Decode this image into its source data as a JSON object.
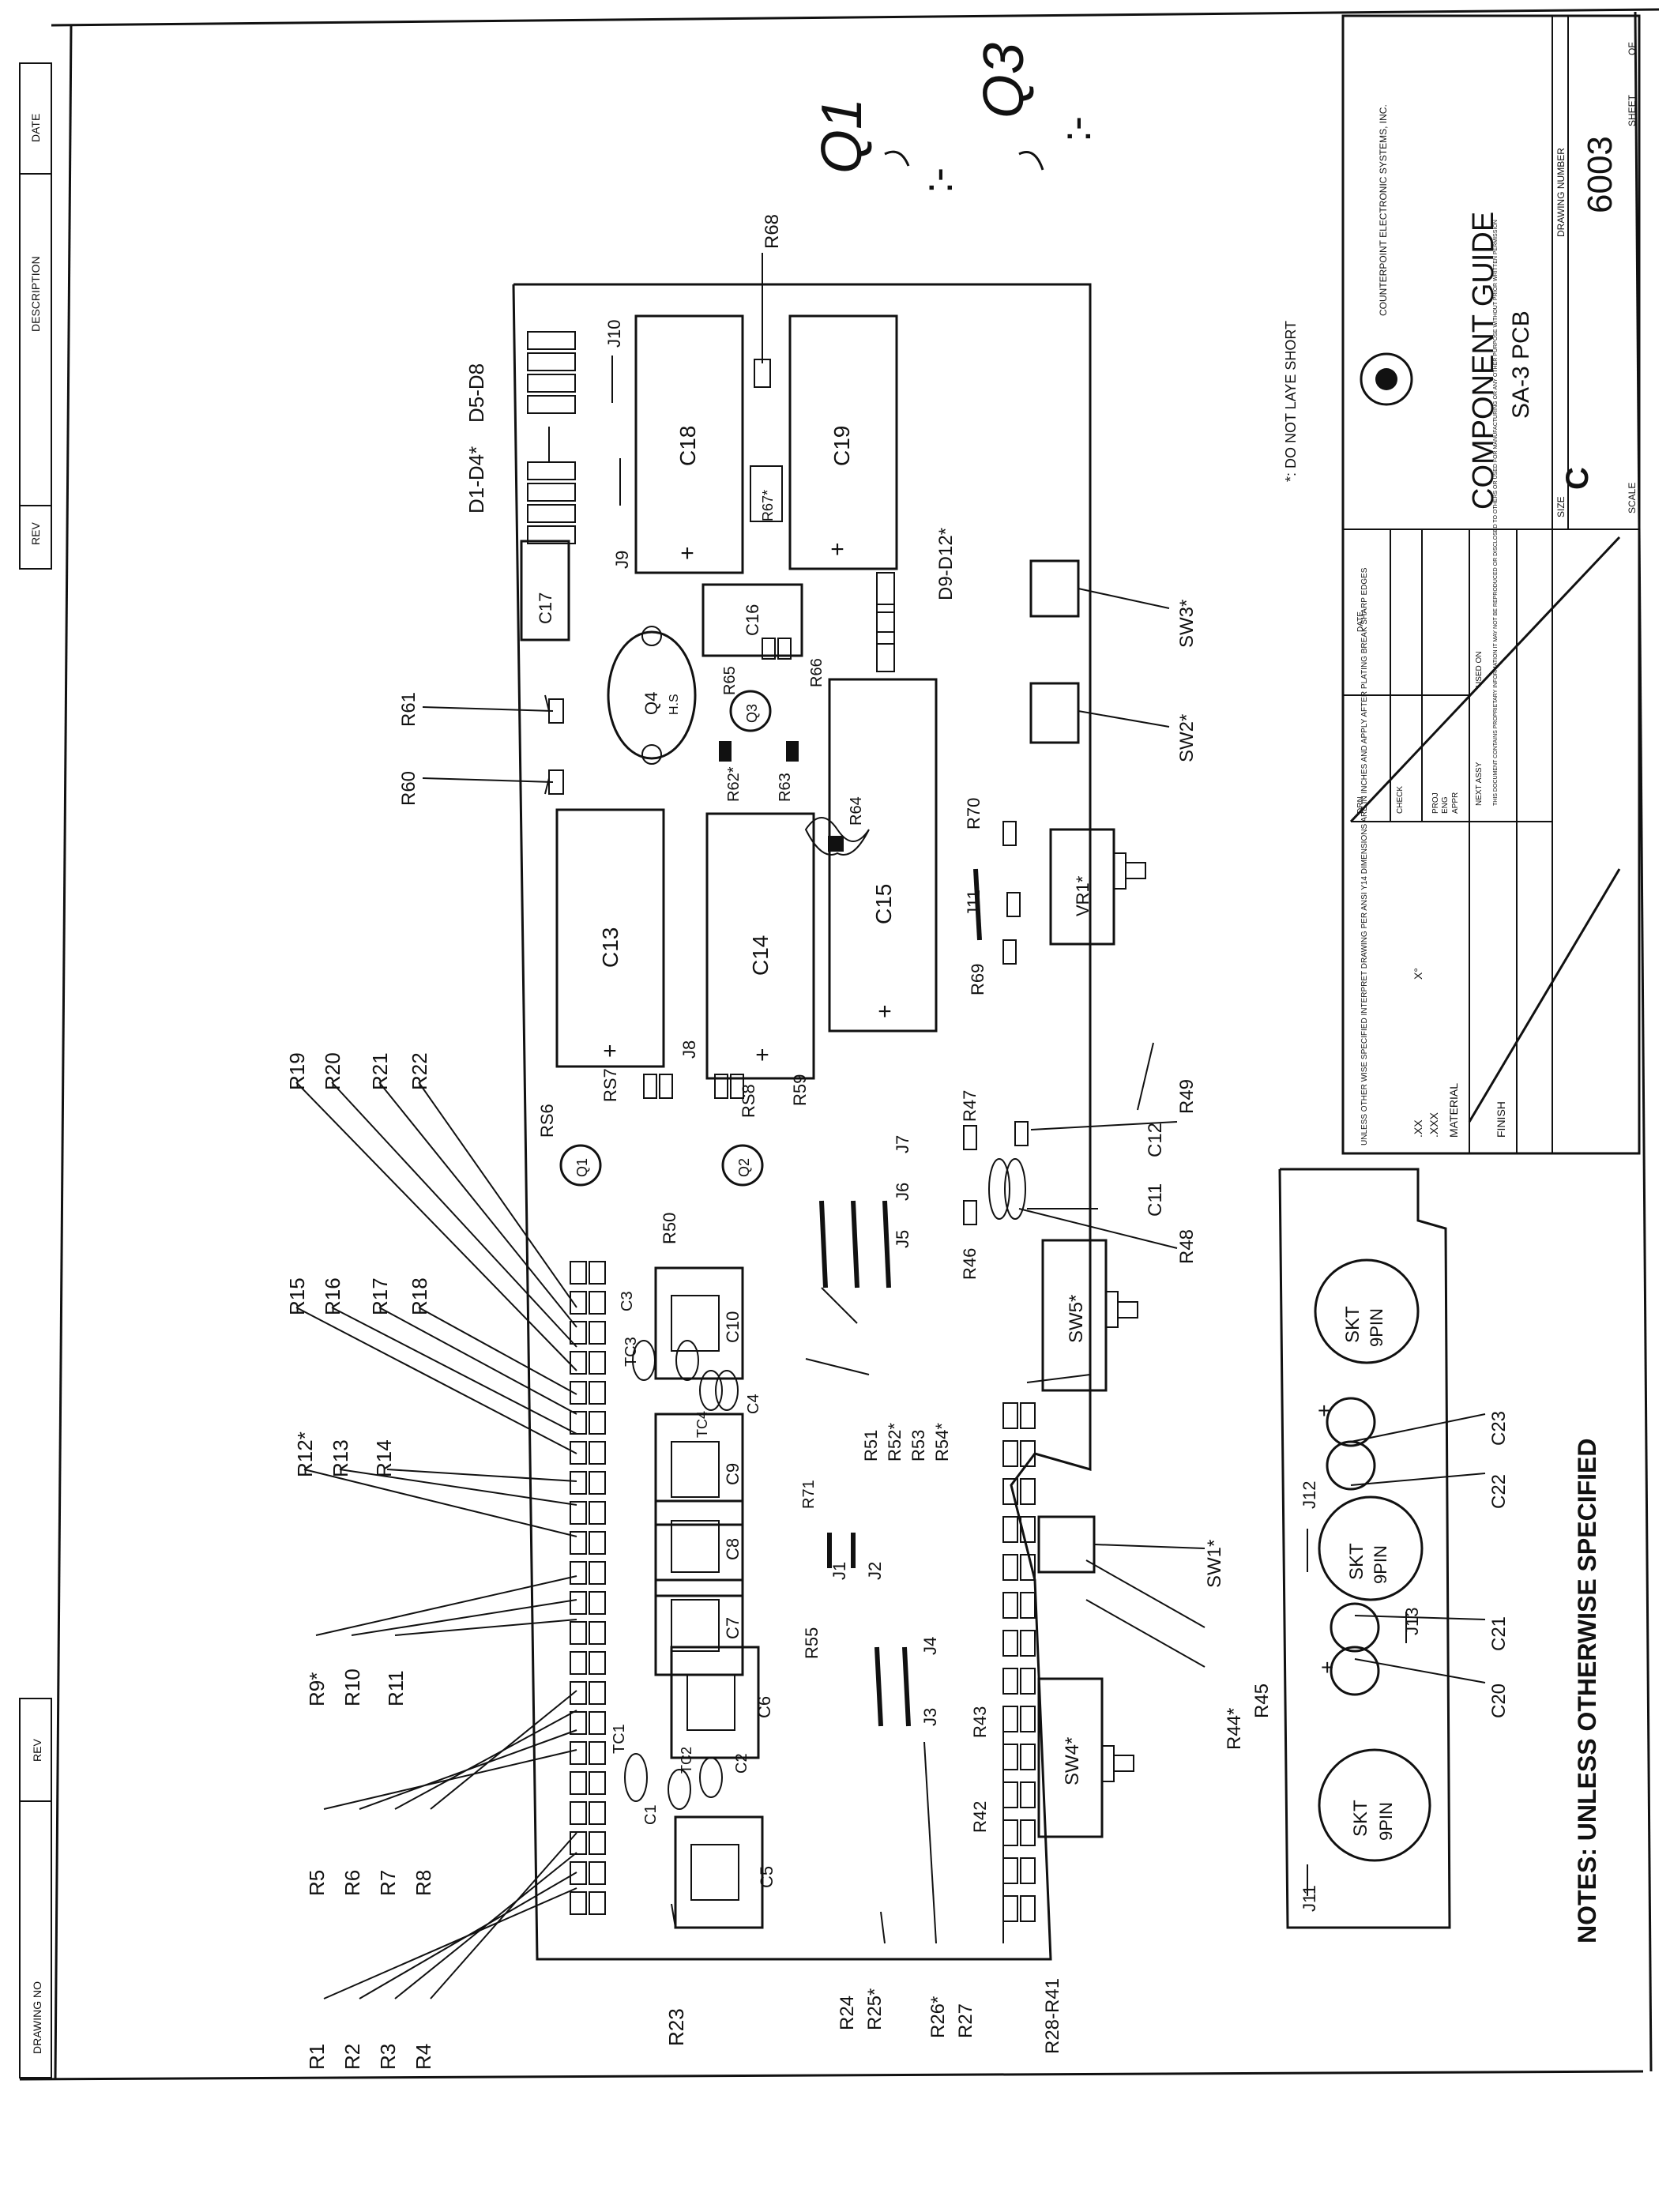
{
  "title_block": {
    "company": "COUNTERPOINT ELECTRONIC SYSTEMS, INC.",
    "title_line1": "COMPONENT GUIDE",
    "title_line2": "SA-3 PCB",
    "drawing_number_label": "DRAWING NUMBER",
    "drawing_number": "6003",
    "size_label": "SIZE",
    "size": "C",
    "scale_label": "SCALE",
    "sheet_label": "SHEET",
    "of_label": "OF",
    "tolerance_text": "UNLESS OTHER WISE SPECIFIED INTERPRET DRAWING PER ANSI Y14 DIMENSIONS ARE IN INCHES AND APPLY AFTER PLATING BREAK SHARP EDGES",
    "xx_label": ".XX",
    "xxx_label": ".XXX",
    "angle_label": "X°",
    "material_label": "MATERIAL",
    "finish_label": "FINISH",
    "next_assy_label": "NEXT ASSY",
    "used_on_label": "USED ON",
    "proprietary_text": "THIS DOCUMENT CONTAINS PROPRIETARY INFORMATION IT MAY NOT BE REPRODUCED OR DISCLOSED TO OTHERS OR USED FOR MANUFACTURING OR ANY OTHER PURPOSE WITHOUT PRIOR WRITTEN PERMISSION",
    "drn_label": "DRN",
    "chkd_label": "CHECK",
    "proj_label": "PROJ",
    "eng_label": "ENG",
    "appr_label": "APPR",
    "date_label": "DATE"
  },
  "border": {
    "drawing_no_label": "DRAWING NO",
    "rev_label": "REV",
    "rev_top_label": "REV",
    "description_label": "DESCRIPTION",
    "date_label": "DATE"
  },
  "notes": {
    "footnote": "*: DO NOT LAYE SHORT",
    "notes_text": "NOTES: UNLESS OTHERWISE SPECIFIED",
    "handwriting_q1": "Q1",
    "handwriting_q3": "Q3"
  },
  "components": {
    "c5": "C5",
    "c6": "C6",
    "c7": "C7",
    "c8": "C8",
    "c9": "C9",
    "c10": "C10",
    "c13": "C13",
    "c14": "C14",
    "c15": "C15",
    "c16": "C16",
    "c17": "C17",
    "c18": "C18",
    "c19": "C19",
    "q1": "Q1",
    "q2": "Q2",
    "q3": "Q3",
    "q4": "Q4",
    "q4_hs": "H.S",
    "vr1": "VR1*",
    "sw1": "SW1*",
    "sw2": "SW2*",
    "sw3": "SW3*",
    "sw4": "SW4*",
    "sw5": "SW5*",
    "skt": "SKT",
    "pin9": "9PIN",
    "j1": "J1",
    "j2": "J2",
    "j3": "J3",
    "j4": "J4",
    "j5": "J5",
    "j6": "J6",
    "j7": "J7",
    "j8": "J8",
    "j9": "J9",
    "j10": "J10",
    "j11": "J11",
    "j11b": "J11",
    "j12": "J12",
    "j13": "J13",
    "tc1": "TC1",
    "tc2": "TC2",
    "tc3": "TC3",
    "tc4": "TC4",
    "c1": "C1",
    "c2": "C2",
    "c3": "C3",
    "c4": "C4",
    "c11": "C11",
    "c12": "C12",
    "c20": "C20",
    "c21": "C21",
    "c22": "C22",
    "c23": "C23"
  },
  "ref_labels": {
    "r1": "R1",
    "r2": "R2",
    "r3": "R3",
    "r4": "R4",
    "r5": "R5",
    "r6": "R6",
    "r7": "R7",
    "r8": "R8",
    "r9": "R9*",
    "r10": "R10",
    "r11": "R11",
    "r12": "R12*",
    "r13": "R13",
    "r14": "R14",
    "r15": "R15",
    "r16": "R16",
    "r17": "R17",
    "r18": "R18",
    "r19": "R19",
    "r20": "R20",
    "r21": "R21",
    "r22": "R22",
    "r23": "R23",
    "r24": "R24",
    "r25": "R25*",
    "r26": "R26*",
    "r27": "R27",
    "r28_r41": "R28-R41",
    "r42": "R42",
    "r43": "R43",
    "r44": "R44*",
    "r45": "R45",
    "r46": "R46",
    "r47": "R47",
    "r48": "R48",
    "r49": "R49",
    "r50": "R50",
    "r51": "R51",
    "r52": "R52*",
    "r53": "R53",
    "r54": "R54*",
    "r55": "R55",
    "r56": "RS6",
    "r57": "RS7",
    "r58": "RS8",
    "r59": "R59",
    "r60": "R60",
    "r61": "R61",
    "r62": "R62*",
    "r63": "R63",
    "r64": "R64",
    "r65": "R65",
    "r66": "R66",
    "r67": "R67*",
    "r68": "R68",
    "r69": "R69",
    "r70": "R70",
    "r71": "R71",
    "d1_d4": "D1-D4*",
    "d5_d8": "D5-D8",
    "d9_d12": "D9-D12*"
  }
}
